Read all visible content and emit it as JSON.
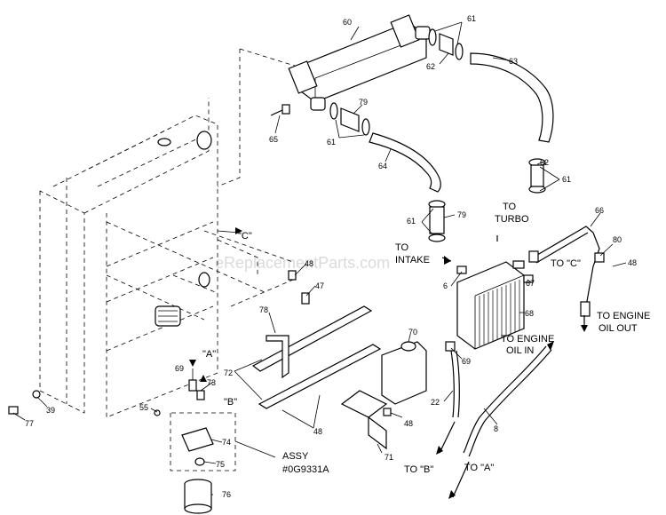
{
  "watermark": "eReplacementParts.com",
  "callouts": {
    "c60": "60",
    "c61a": "61",
    "c62a": "62",
    "c63": "63",
    "c65": "65",
    "c79a": "79",
    "c61b": "61",
    "c64": "64",
    "c62b": "62",
    "c61c": "61",
    "c61d": "61",
    "c79b": "79",
    "c66": "66",
    "c80": "80",
    "c48a": "48",
    "c48b": "48",
    "c47": "47",
    "c6": "6",
    "c67": "67",
    "c68": "68",
    "c78": "78",
    "c70": "70",
    "c69a": "69",
    "c72": "72",
    "c69b": "69",
    "c73": "73",
    "c22": "22",
    "c8": "8",
    "c55": "55",
    "c74": "74",
    "c75": "75",
    "c76": "76",
    "c71": "71",
    "c48c": "48",
    "c48d": "48",
    "c77": "77",
    "c39": "39"
  },
  "annotations": {
    "to_turbo_1": "TO",
    "to_turbo_2": "TURBO",
    "to_intake_1": "TO",
    "to_intake_2": "INTAKE",
    "to_c_1": "TO \"C\"",
    "ref_c": "\"C\"",
    "to_engine_oil_out_1": "TO ENGINE",
    "to_engine_oil_out_2": "OIL OUT",
    "to_engine_oil_in_1": "TO ENGINE",
    "to_engine_oil_in_2": "OIL IN",
    "ref_a": "\"A\"",
    "ref_b": "\"B\"",
    "to_b": "TO \"B\"",
    "to_a": "TO \"A\"",
    "assy_1": "ASSY",
    "assy_2": "#0G9331A"
  }
}
